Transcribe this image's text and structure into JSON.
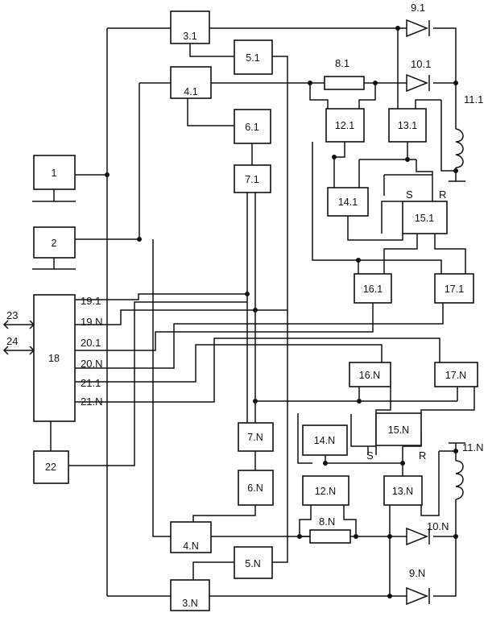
{
  "blocks": {
    "b1": "1",
    "b2": "2",
    "b18": "18",
    "b22": "22",
    "b31": "3.1",
    "b41": "4.1",
    "b51": "5.1",
    "b61": "6.1",
    "b71": "7.1",
    "b121": "12.1",
    "b131": "13.1",
    "b141": "14.1",
    "b151": "15.1",
    "b161": "16.1",
    "b171": "17.1",
    "b3N": "3.N",
    "b4N": "4.N",
    "b5N": "5.N",
    "b6N": "6.N",
    "b7N": "7.N",
    "b12N": "12.N",
    "b13N": "13.N",
    "b14N": "14.N",
    "b15N": "15.N",
    "b16N": "16.N",
    "b17N": "17.N"
  },
  "labels": {
    "l91": "9.1",
    "l101": "10.1",
    "l81": "8.1",
    "l111": "11.1",
    "l9N": "9.N",
    "l10N": "10.N",
    "l8N": "8.N",
    "l11N": "11.N",
    "s1": "S",
    "r1": "R",
    "sN": "S",
    "rN": "R",
    "io23": "23",
    "io24": "24",
    "p191": "19.1",
    "p19N": "19.N",
    "p201": "20.1",
    "p20N": "20.N",
    "p211": "21.1",
    "p21N": "21.N"
  }
}
